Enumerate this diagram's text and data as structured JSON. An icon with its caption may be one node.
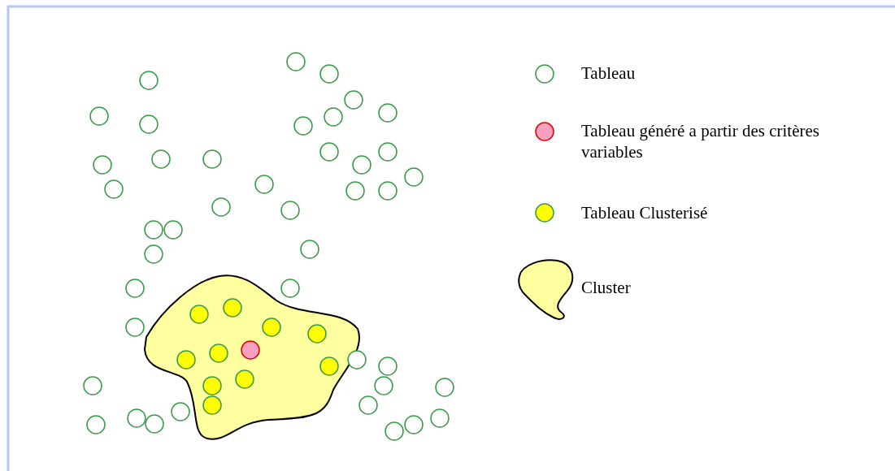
{
  "diagram": {
    "legend": [
      {
        "text": "Tableau"
      },
      {
        "text": "Tableau généré a partir des critères variables"
      },
      {
        "text": "Tableau Clusterisé"
      },
      {
        "text": "Cluster"
      }
    ]
  }
}
